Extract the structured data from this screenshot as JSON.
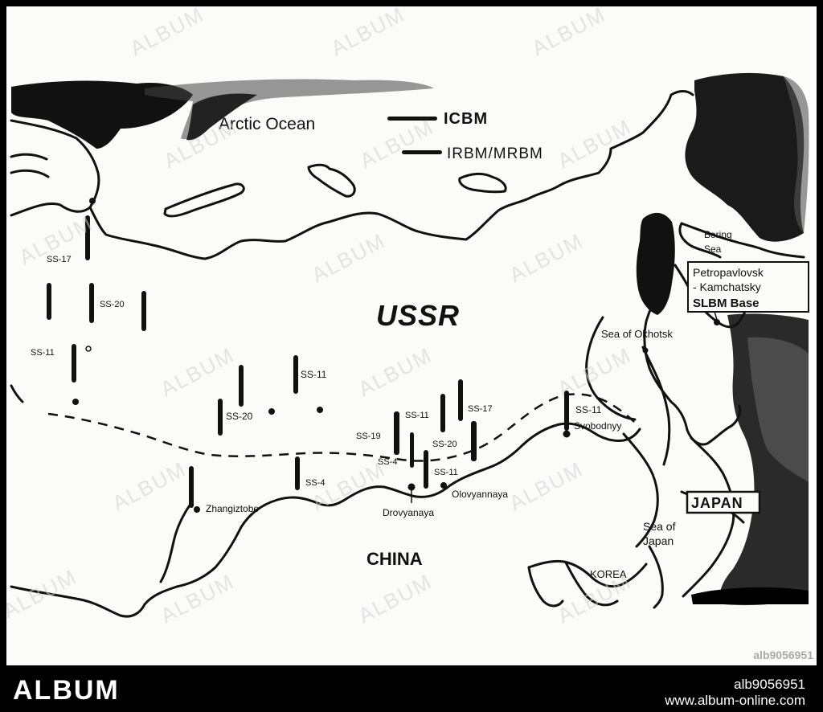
{
  "map": {
    "title": "USSR",
    "ocean": "Arctic Ocean",
    "legend": {
      "icbm": "ICBM",
      "irbm": "IRBM/MRBM"
    },
    "labels": {
      "china": "CHINA",
      "japan": "JAPAN",
      "korea": "KOREA",
      "sea_of_japan_1": "Sea of",
      "sea_of_japan_2": "Japan",
      "sea_of_okhotsk": "Sea of Okhotsk",
      "bering_1": "Bering",
      "bering_2": "Sea",
      "petro_1": "Petropavlovsk",
      "petro_2": "- Kamchatsky",
      "petro_3": "SLBM Base",
      "zhangiztobe": "Zhangiztobe",
      "drovyanaya": "Drovyanaya",
      "olovyannaya": "Olovyannaya",
      "svobodnyy": "Svobodnyy"
    },
    "missiles": {
      "ss17_west": "SS-17",
      "ss20_west": "SS-20",
      "ss11_west": "SS-11",
      "ss20_mid": "SS-20",
      "ss11_mid": "SS-11",
      "ss4_mid": "SS-4",
      "ss19": "SS-19",
      "ss11_a": "SS-11",
      "ss17_e": "SS-17",
      "ss20_e": "SS-20",
      "ss4_e": "SS-4",
      "ss11_b": "SS-11",
      "ss11_svob": "SS-11"
    }
  },
  "watermark": {
    "text": "ALBUM",
    "corner_id": "alb9056951"
  },
  "footer": {
    "brand": "ALBUM",
    "id": "alb9056951",
    "url": "www.album-online.com"
  }
}
